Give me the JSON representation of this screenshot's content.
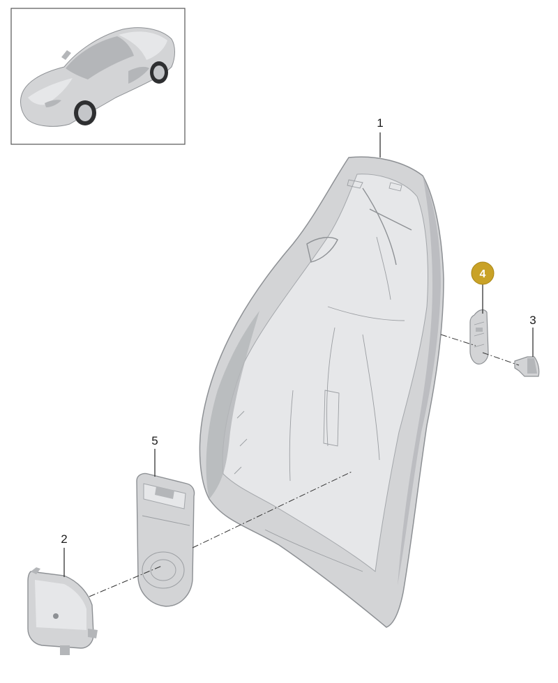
{
  "callouts": [
    {
      "number": "1",
      "highlighted": false
    },
    {
      "number": "2",
      "highlighted": false
    },
    {
      "number": "3",
      "highlighted": false
    },
    {
      "number": "4",
      "highlighted": true
    },
    {
      "number": "5",
      "highlighted": false
    }
  ],
  "colors": {
    "highlight": "#c9a227",
    "part_gray": "#d3d4d6",
    "line": "#333333"
  }
}
